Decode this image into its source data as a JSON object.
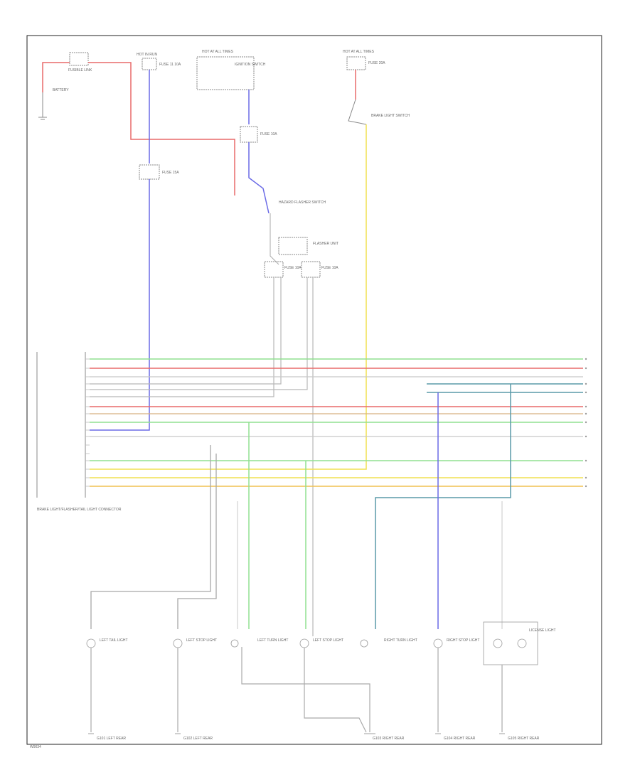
{
  "diagram": {
    "page_code": "W9034",
    "battery": "BATTERY",
    "fusible": "FUSIBLE LINK",
    "hot_at_all_times": "HOT AT ALL TIMES",
    "hot_in_run": "HOT IN RUN",
    "hot_at_all_times_2": "HOT AT ALL TIMES",
    "ignition_switch": "IGNITION SWITCH",
    "fuse_a": "FUSE 11 10A",
    "fuse_b": "FUSE 10A",
    "fuse_c": "FUSE 15A",
    "fuse_d": "FUSE 20A",
    "fuse_e": "FUSE 10A",
    "fuse_f": "FUSE 10A",
    "brake_switch": "BRAKE LIGHT SWITCH",
    "hazard_switch": "HAZARD FLASHER SWITCH",
    "flasher": "FLASHER UNIT",
    "connector": "BRAKE LIGHT/FLASHER/TAIL LIGHT CONNECTOR",
    "ground_1": "G101 LEFT REAR",
    "ground_2": "G102 LEFT REAR",
    "ground_3": "G103 RIGHT REAR",
    "ground_4": "G104 RIGHT REAR",
    "ground_5": "G105 RIGHT REAR",
    "lamp_1": "LEFT TAIL LIGHT",
    "lamp_2": "LEFT STOP LIGHT",
    "lamp_3": "LEFT TURN LIGHT",
    "lamp_4": "LEFT STOP LIGHT",
    "lamp_5": "RIGHT TURN LIGHT",
    "lamp_6": "RIGHT STOP LIGHT",
    "lamp_7": "LICENSE LIGHT",
    "wire_colors": {
      "red": "#e86a6a",
      "blue": "#6a6ae6",
      "yellow": "#f0e050",
      "green": "#90e090",
      "gray": "#a8a8a8",
      "teal": "#5a9aa8",
      "tan": "#d8b080"
    }
  }
}
